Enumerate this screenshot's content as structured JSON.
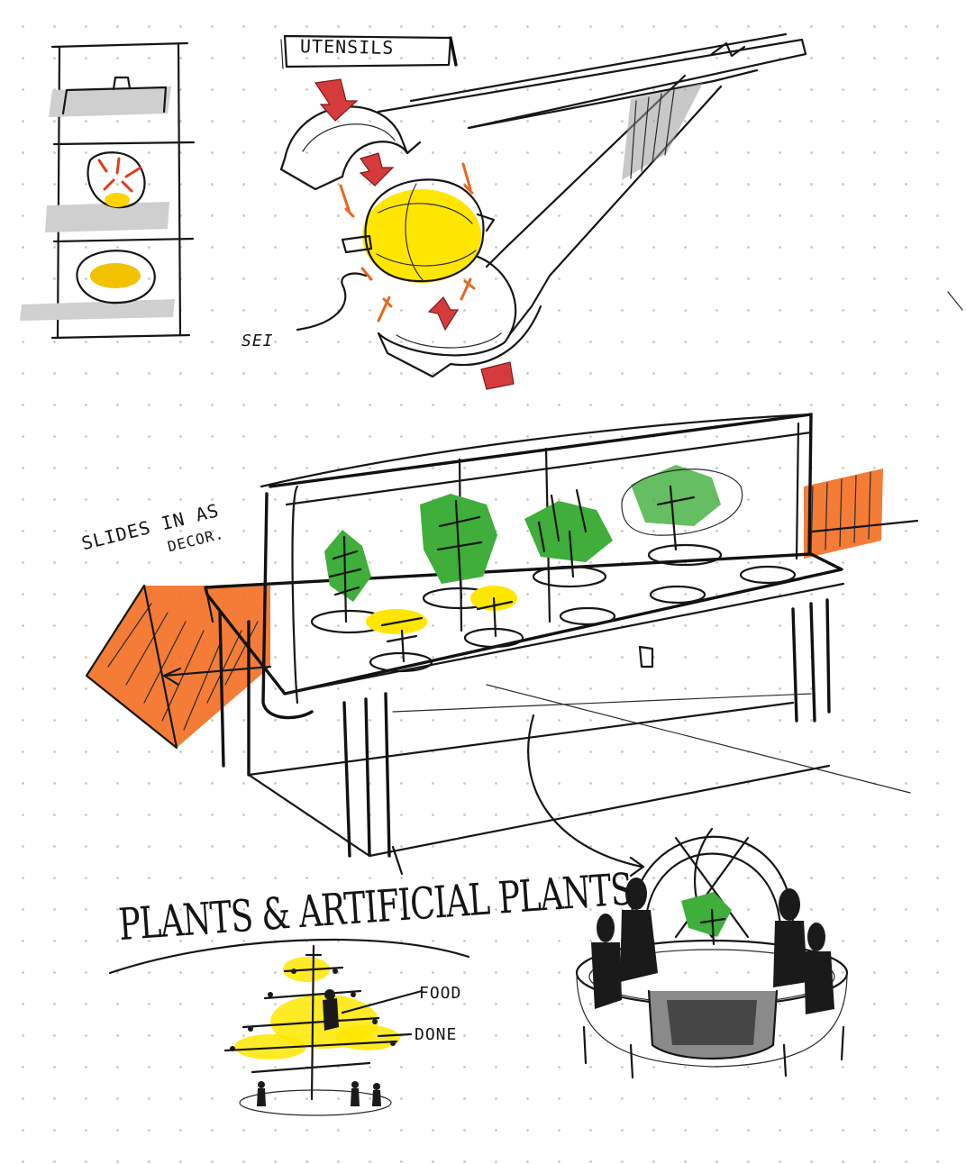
{
  "labels": {
    "utensils": "UTENSILS",
    "sei": "SEI",
    "slides_line1": "SLIDES IN AS",
    "slides_line2": "DECOR.",
    "plants_title": "PLANTS & ARTIFICIAL PLANTS",
    "food": "FOOD",
    "done": "DONE"
  },
  "colors": {
    "ink": "#161616",
    "yellow": "#ffe600",
    "orange": "#f26a1b",
    "green": "#3fae3a",
    "red": "#d63b3b",
    "grey": "#c8c8c8"
  }
}
